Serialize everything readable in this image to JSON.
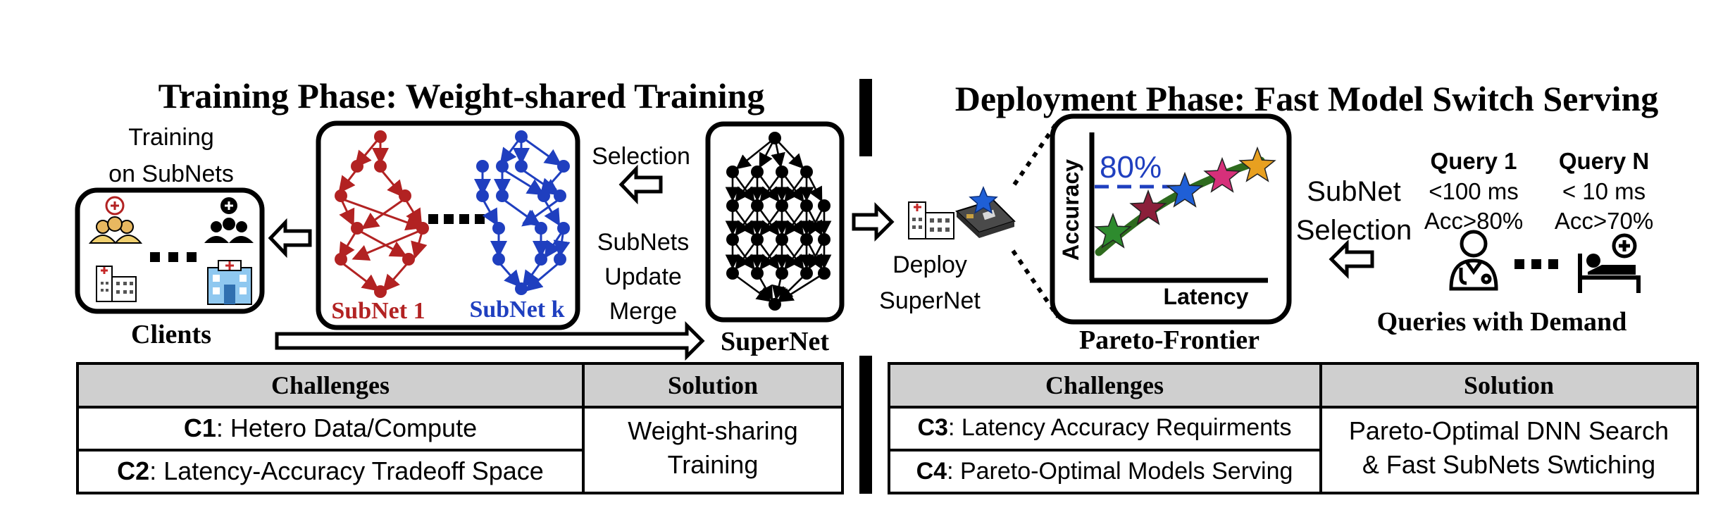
{
  "training": {
    "title": "Training Phase: Weight-shared Training",
    "training_label_line1": "Training",
    "training_label_line2": "on SubNets",
    "clients_label": "Clients",
    "subnet1_label": "SubNet 1",
    "subnetk_label": "SubNet k",
    "selection_label": "Selection",
    "update_line1": "SubNets",
    "update_line2": "Update",
    "update_line3": "Merge",
    "supernet_label": "SuperNet"
  },
  "deployment": {
    "title": "Deployment Phase: Fast Model Switch Serving",
    "deploy_line1": "Deploy",
    "deploy_line2": "SuperNet",
    "pareto_label": "Pareto-Frontier",
    "chart_ylabel": "Accuracy",
    "chart_xlabel": "Latency",
    "chart_threshold": "80%",
    "subnet_selection_line1": "SubNet",
    "subnet_selection_line2": "Selection",
    "query1": {
      "title": "Query 1",
      "latency": "<100 ms",
      "acc": "Acc>80%"
    },
    "queryN": {
      "title": "Query N",
      "latency": "< 10 ms",
      "acc": "Acc>70%"
    },
    "queries_label": "Queries with Demand"
  },
  "tables": {
    "left": {
      "headers": [
        "Challenges",
        "Solution"
      ],
      "rows": [
        {
          "code": "C1",
          "text": ": Hetero Data/Compute"
        },
        {
          "code": "C2",
          "text": ": Latency-Accuracy Tradeoff Space"
        }
      ],
      "solution_line1": "Weight-sharing",
      "solution_line2": "Training"
    },
    "right": {
      "headers": [
        "Challenges",
        "Solution"
      ],
      "rows": [
        {
          "code": "C3",
          "text": ": Latency Accuracy Requirments"
        },
        {
          "code": "C4",
          "text": ": Pareto-Optimal Models Serving"
        }
      ],
      "solution_line1": "Pareto-Optimal DNN Search",
      "solution_line2": "& Fast SubNets Swtiching"
    }
  },
  "colors": {
    "subnet1": "#b22222",
    "subnetk": "#1f3fbf",
    "header_fill": "#cfcfcf",
    "curve": "#2e6b1e",
    "threshold": "#1f3fbf",
    "stars": [
      "#2e8b2e",
      "#8b1f3a",
      "#1f5fd6",
      "#d6307a",
      "#e8a020"
    ]
  },
  "icons": [
    "patient-group-icon",
    "doctor-group-icon",
    "hospital-icon",
    "edge-device-icon",
    "star-icon",
    "doctor-icon",
    "patient-bed-icon"
  ]
}
